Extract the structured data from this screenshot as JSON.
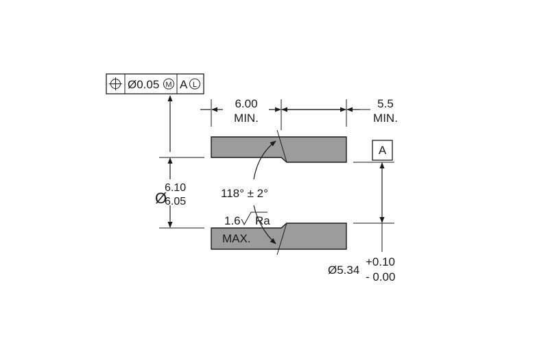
{
  "feature_control_frame": {
    "symbol": "position-icon",
    "tolerance": "Ø0.05",
    "modifier": "M",
    "datum": "A",
    "datum_modifier": "L"
  },
  "dimensions": {
    "left_length": {
      "value": "6.00",
      "qualifier": "MIN."
    },
    "right_length": {
      "value": "5.5",
      "qualifier": "MIN."
    },
    "outer_diameter": {
      "symbol": "Ø",
      "upper": "6.10",
      "lower": "6.05"
    },
    "bore_diameter": {
      "label": "Ø5.34",
      "upper_tol": "+0.10",
      "lower_tol": "- 0.00"
    },
    "chamfer_angle": "118° ± 2°",
    "surface_finish": {
      "value": "1.6",
      "unit": "Ra",
      "qualifier": "MAX."
    }
  },
  "datum_label": "A",
  "colors": {
    "part_fill": "#9c9c9c",
    "lines": "#1a1a1a",
    "background": "#ffffff"
  }
}
